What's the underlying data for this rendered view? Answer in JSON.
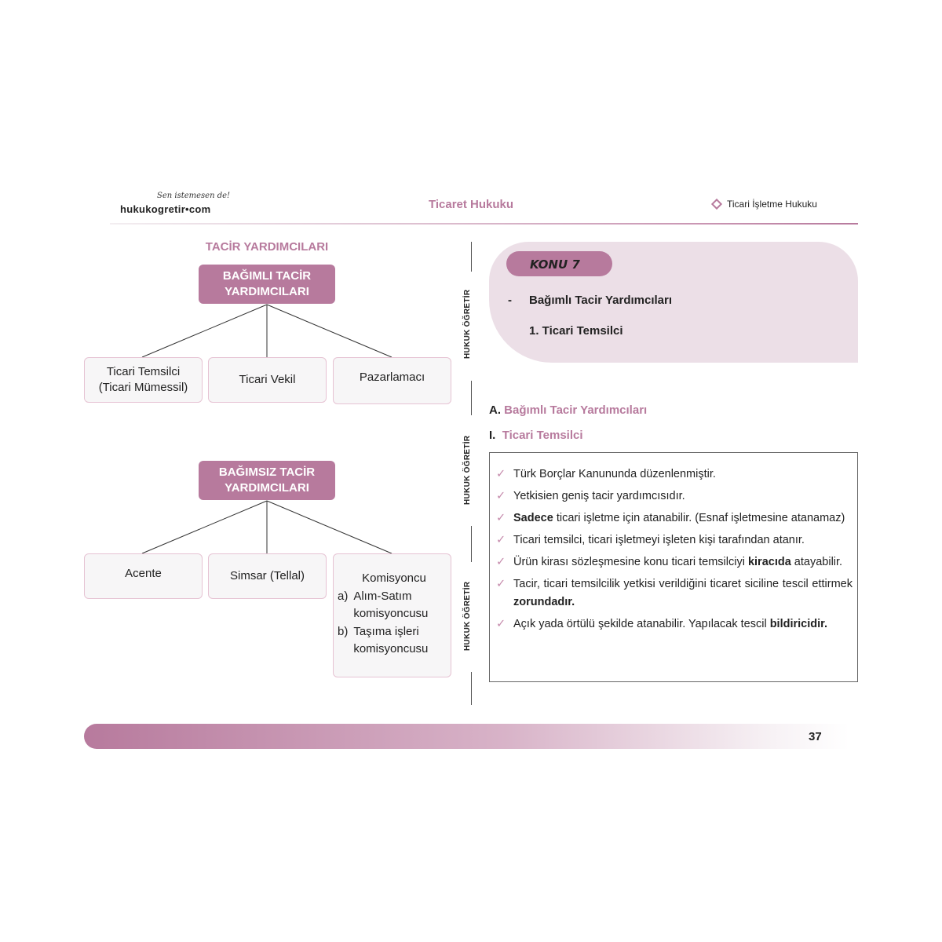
{
  "header": {
    "logo_tagline": "Sen istemesen de!",
    "logo": "hukukogretir•com",
    "title": "Ticaret Hukuku",
    "section": "Ticari İşletme Hukuku"
  },
  "diagram": {
    "title": "TACİR YARDIMCILARI",
    "dependent": {
      "label_1": "BAĞIMLI TACİR",
      "label_2": "YARDIMCILARI",
      "children": [
        {
          "l1": "Ticari Temsilci",
          "l2": "(Ticari Mümessil)"
        },
        {
          "l1": "Ticari Vekil"
        },
        {
          "l1": "Pazarlamacı"
        }
      ]
    },
    "independent": {
      "label_1": "BAĞIMSIZ TACİR",
      "label_2": "YARDIMCILARI",
      "children": [
        {
          "l1": "Acente"
        },
        {
          "l1": "Simsar (Tellal)"
        },
        {
          "l1": "Komisyoncu",
          "a_mark": "a)",
          "a1": "Alım-Satım",
          "a2": "komisyoncusu",
          "b_mark": "b)",
          "b1": "Taşıma işleri",
          "b2": "komisyoncusu"
        }
      ]
    }
  },
  "side_label": "HUKUK ÖĞRETİR",
  "topic": {
    "badge": "KONU 7",
    "dash": "-",
    "item1": "Bağımlı Tacir Yardımcıları",
    "item2": "1.  Ticari Temsilci"
  },
  "headings": {
    "a_mark": "A.",
    "a_text": "Bağımlı Tacir Yardımcıları",
    "i_mark": "I.",
    "i_text": "Ticari Temsilci"
  },
  "list": [
    {
      "pre": "",
      "bold": "",
      "post": "Türk Borçlar Kanununda düzenlenmiştir."
    },
    {
      "pre": "",
      "bold": "",
      "post": "Yetkisien geniş tacir yardımcısıdır."
    },
    {
      "pre": "",
      "bold": "Sadece",
      "post": " ticari işletme için atanabilir. (Esnaf işletmesine atanamaz)"
    },
    {
      "pre": "",
      "bold": "",
      "post": "Ticari temsilci, ticari işletmeyi işleten kişi tarafından atanır."
    },
    {
      "pre": "Ürün kirası sözleşmesine konu ticari temsilciyi ",
      "bold": "kiracıda",
      "post": " atayabilir."
    },
    {
      "pre": "Tacir, ticari temsilcilik yetkisi verildiğini ticaret siciline tescil ettirmek ",
      "bold": "zorundadır.",
      "post": ""
    },
    {
      "pre": "Açık yada örtülü şekilde atanabilir. Yapılacak tescil ",
      "bold": "bildiricidir.",
      "post": ""
    }
  ],
  "check_icon": "✓",
  "page_number": "37",
  "colors": {
    "accent": "#b77a9d",
    "panel": "#ecdfe7"
  }
}
